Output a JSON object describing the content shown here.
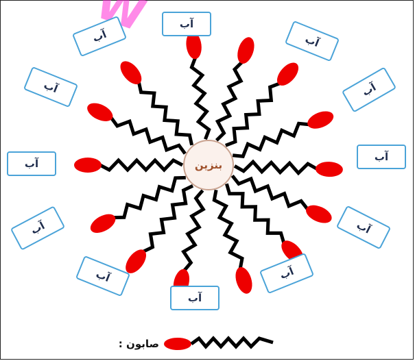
{
  "center_label": "بنزین",
  "water_label": "آب",
  "legend_label": ": صابون",
  "colors": {
    "head": "#ee0000",
    "tail": "#000000",
    "box_border": "#4aa3d8",
    "center_fill": "#fbf1ec",
    "center_border": "#c9a28f",
    "center_text": "#a0522d"
  },
  "watermark_glyph": "W"
}
